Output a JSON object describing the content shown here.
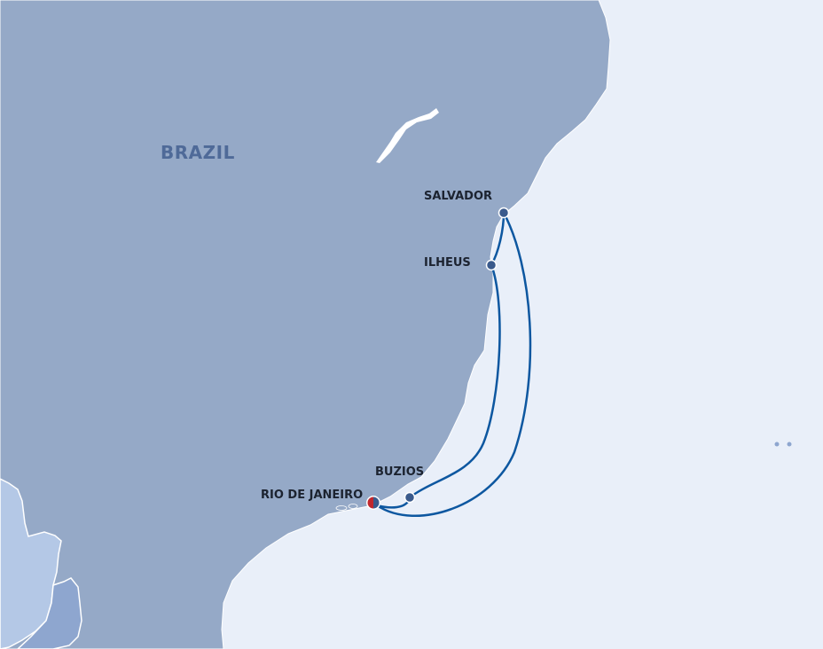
{
  "map": {
    "country_label": "BRAZIL",
    "ports": [
      {
        "name": "SALVADOR",
        "type": "port-of-call"
      },
      {
        "name": "ILHEUS",
        "type": "port-of-call"
      },
      {
        "name": "BUZIOS",
        "type": "port-of-call"
      },
      {
        "name": "RIO DE JANEIRO",
        "type": "embark-disembark"
      }
    ],
    "colors": {
      "land": "#95a9c7",
      "ocean": "#e9eff9",
      "route": "#0d57a0",
      "port": "#3a5a8c",
      "embark": "#c1272d"
    }
  }
}
